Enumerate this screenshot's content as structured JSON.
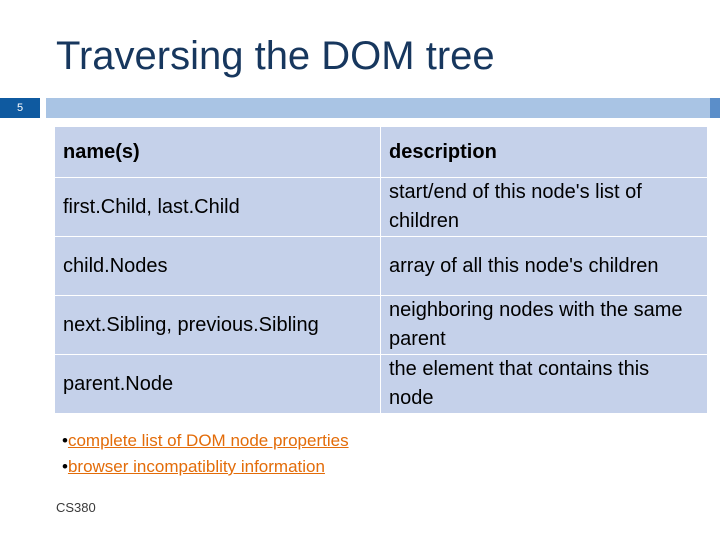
{
  "slide": {
    "title": "Traversing the DOM tree",
    "number": "5",
    "footer": "CS380"
  },
  "table": {
    "headers": [
      "name(s)",
      "description"
    ],
    "rows": [
      {
        "name": "first.Child, last.Child",
        "description": "start/end of this node's list of children"
      },
      {
        "name": "child.Nodes",
        "description": "array of all this node's children"
      },
      {
        "name": "next.Sibling, previous.Sibling",
        "description": "neighboring nodes with the same parent"
      },
      {
        "name": "parent.Node",
        "description": "the element that contains this node"
      }
    ]
  },
  "links": [
    {
      "bullet": "•",
      "text": "complete list of DOM node properties"
    },
    {
      "bullet": "•",
      "text": "browser incompatiblity information"
    }
  ],
  "colors": {
    "title": "#17375e",
    "accent_bar": "#a9c4e4",
    "slide_number_bg": "#0f5aa0",
    "table_cell": "#c5d1ea",
    "link": "#e36c09"
  }
}
